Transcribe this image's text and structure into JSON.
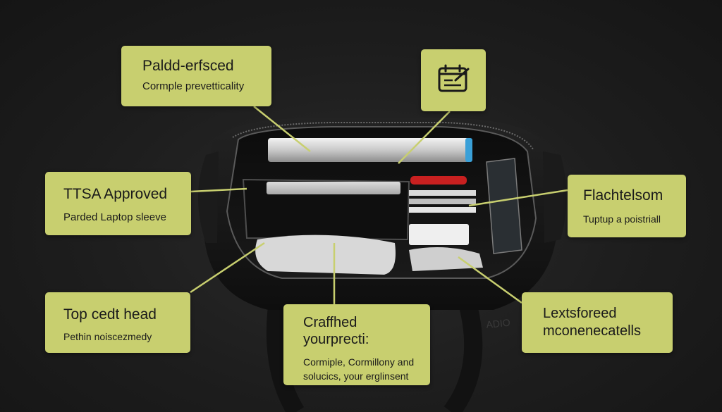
{
  "callouts": [
    {
      "title": "Paldd-erfsced",
      "sub": "Cormple prevetticality"
    },
    {
      "icon": "checklist-calendar-icon"
    },
    {
      "title": "TTSA Approved",
      "sub": "Parded Laptop sleeve"
    },
    {
      "title": "Flachtelsom",
      "sub": "Tuptup a poistriall"
    },
    {
      "title": "Top cedt head",
      "sub": "Pethin noiscezmedy"
    },
    {
      "title_line1": "Craffhed",
      "title_line2": "yourprecti:",
      "sub": "Cormiple, Cormillony and solucics, your erglinsent"
    },
    {
      "title_line1": "Lextsforeed",
      "title_line2": "mconenecatells"
    }
  ],
  "colors": {
    "callout_bg": "#c8cf6f",
    "leader_line": "#c8cf6f",
    "background": "#1c1c1c",
    "bag": "#161616"
  },
  "bag_side_print": "ADIO"
}
